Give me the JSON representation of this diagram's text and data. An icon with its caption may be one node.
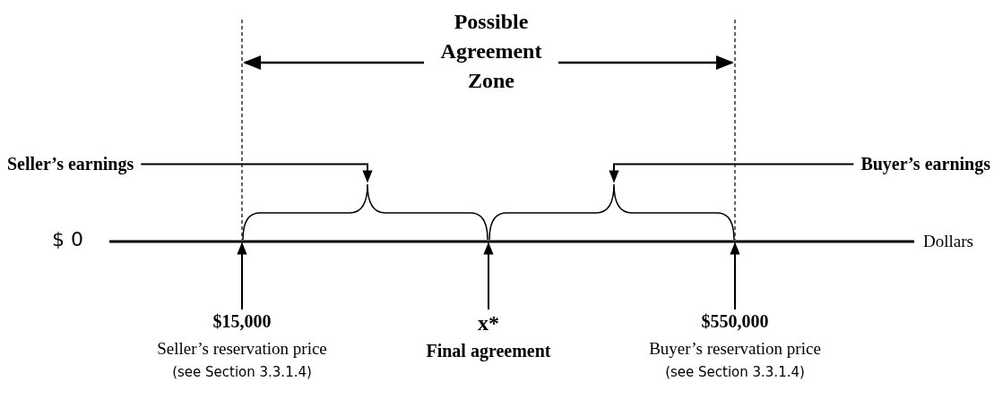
{
  "diagram": {
    "nodes": [
      {
        "text": [
          "Seller’s earnings"
        ]
      },
      {
        "text": [],
        "shape": "brace"
      },
      {
        "text": [
          "Buyer’s earnings"
        ]
      },
      {
        "text": [],
        "shape": "brace"
      },
      {
        "text": [
          "$15,000",
          "Seller’s reservation price",
          "(see Section 3.3.1.4)"
        ]
      },
      {
        "text": [
          "x*",
          "Final agreement"
        ]
      },
      {
        "text": [
          "$550,000",
          "Buyer’s reservation price",
          "(see Section 3.3.1.4)"
        ]
      }
    ],
    "edges": [
      {
        "from": 0,
        "to": 1,
        "arrow": "to"
      },
      {
        "from": 2,
        "to": 3,
        "arrow": "to"
      },
      {
        "from": 4,
        "to": 1,
        "arrow": "to"
      },
      {
        "from": 5,
        "to": 1,
        "arrow": "to"
      },
      {
        "from": 6,
        "to": 3,
        "arrow": "to"
      }
    ],
    "labels": [
      "Possible Agreement Zone",
      "$ 0",
      "Dollars"
    ]
  }
}
